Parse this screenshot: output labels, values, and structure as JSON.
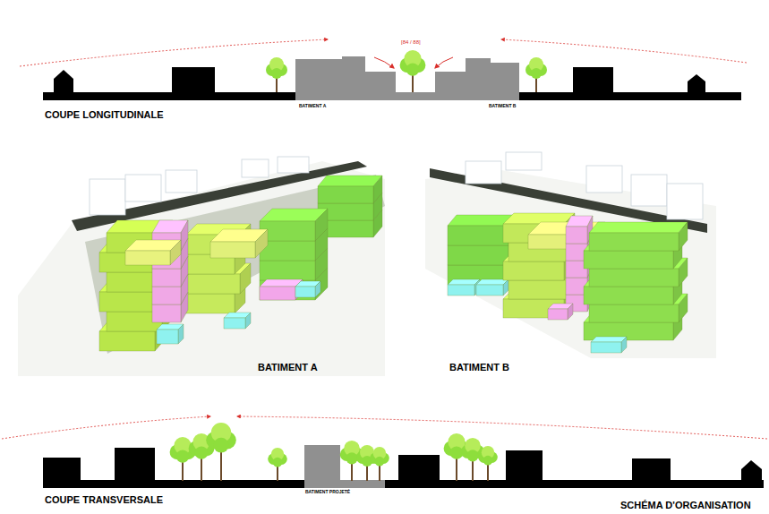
{
  "diagram": {
    "labels": [
      "[84 / 88]",
      "COUPE LONGITUDINALE",
      "BATIMENT A",
      "BATIMENT B",
      "BATIMENT A",
      "BATIMENT B",
      "COUPE TRANSVERSALE",
      "BATIMENT PROJETÉ",
      "SCHÉMA D'ORGANISATION"
    ]
  }
}
